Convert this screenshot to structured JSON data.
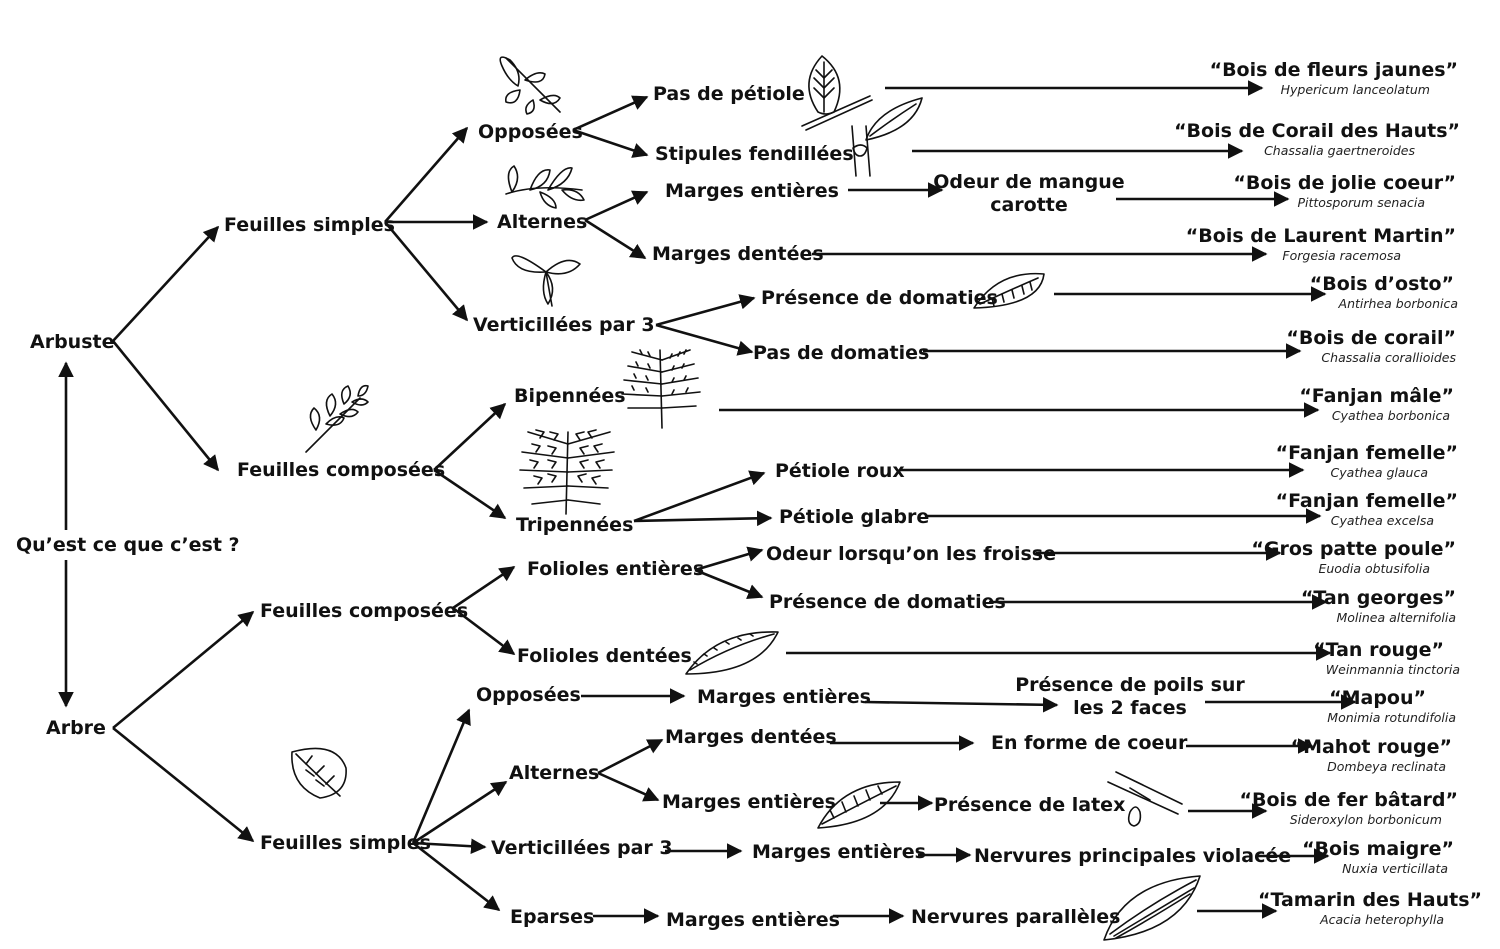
{
  "nodes": {
    "root": "Qu’est ce que c’est ?",
    "arbuste": "Arbuste",
    "arbre": "Arbre",
    "a_feuilles_simples": "Feuilles simples",
    "a_feuilles_composees": "Feuilles composées",
    "a_opposees": "Opposées",
    "a_alternes": "Alternes",
    "a_verticillees": "Verticillées par 3",
    "a_pas_de_petiole": "Pas de pétiole",
    "a_stipules": "Stipules fendillées",
    "a_marges_entieres": "Marges entières",
    "a_marges_dentees": "Marges dentées",
    "a_odeur_mangue_1": "Odeur de mangue",
    "a_odeur_mangue_2": "carotte",
    "a_presence_domaties": "Présence de domaties",
    "a_pas_de_domaties": "Pas de domaties",
    "a_bipennees": "Bipennées",
    "a_tripennees": "Tripennées",
    "a_petiole_roux": "Pétiole roux",
    "a_petiole_glabre": "Pétiole glabre",
    "b_feuilles_composees": "Feuilles composées",
    "b_feuilles_simples": "Feuilles simples",
    "b_folioles_entieres": "Folioles entières",
    "b_folioles_dentees": "Folioles dentées",
    "b_odeur_froisse": "Odeur lorsqu’on les froisse",
    "b_presence_domaties": "Présence de domaties",
    "b_opposees": "Opposées",
    "b_alternes": "Alternes",
    "b_verticillees": "Verticillées par 3",
    "b_eparses": "Eparses",
    "b_opp_marges_entieres": "Marges entières",
    "b_poils_1": "Présence de poils sur",
    "b_poils_2": "les 2 faces",
    "b_alt_marges_dentees": "Marges dentées",
    "b_forme_coeur": "En forme de coeur",
    "b_alt_marges_entieres": "Marges entières",
    "b_latex": "Présence de latex",
    "b_vert_marges_entieres": "Marges entières",
    "b_nervures_violacees": "Nervures principales violacée",
    "b_ep_marges_entieres": "Marges entières",
    "b_nervures_paralleles": "Nervures parallèles"
  },
  "species": [
    {
      "common": "“Bois de fleurs jaunes”",
      "scientific": "Hypericum lanceolatum"
    },
    {
      "common": "“Bois de Corail des Hauts”",
      "scientific": "Chassalia gaertneroides"
    },
    {
      "common": "“Bois de jolie coeur”",
      "scientific": "Pittosporum senacia"
    },
    {
      "common": "“Bois de Laurent Martin”",
      "scientific": "Forgesia racemosa"
    },
    {
      "common": "“Bois d’osto”",
      "scientific": "Antirhea borbonica"
    },
    {
      "common": "“Bois de corail”",
      "scientific": "Chassalia corallioides"
    },
    {
      "common": "“Fanjan mâle”",
      "scientific": "Cyathea borbonica"
    },
    {
      "common": "“Fanjan femelle”",
      "scientific": "Cyathea glauca"
    },
    {
      "common": "“Fanjan femelle”",
      "scientific": "Cyathea excelsa"
    },
    {
      "common": "“Gros patte poule”",
      "scientific": "Euodia obtusifolia"
    },
    {
      "common": "“Tan georges”",
      "scientific": "Molinea alternifolia"
    },
    {
      "common": "“Tan rouge”",
      "scientific": "Weinmannia tinctoria"
    },
    {
      "common": "“Mapou”",
      "scientific": "Monimia rotundifolia"
    },
    {
      "common": "“Mahot rouge”",
      "scientific": "Dombeya reclinata"
    },
    {
      "common": "“Bois de fer bâtard”",
      "scientific": "Sideroxylon borbonicum"
    },
    {
      "common": "“Bois maigre”",
      "scientific": "Nuxia verticillata"
    },
    {
      "common": "“Tamarin des Hauts”",
      "scientific": "Acacia heterophylla"
    }
  ]
}
